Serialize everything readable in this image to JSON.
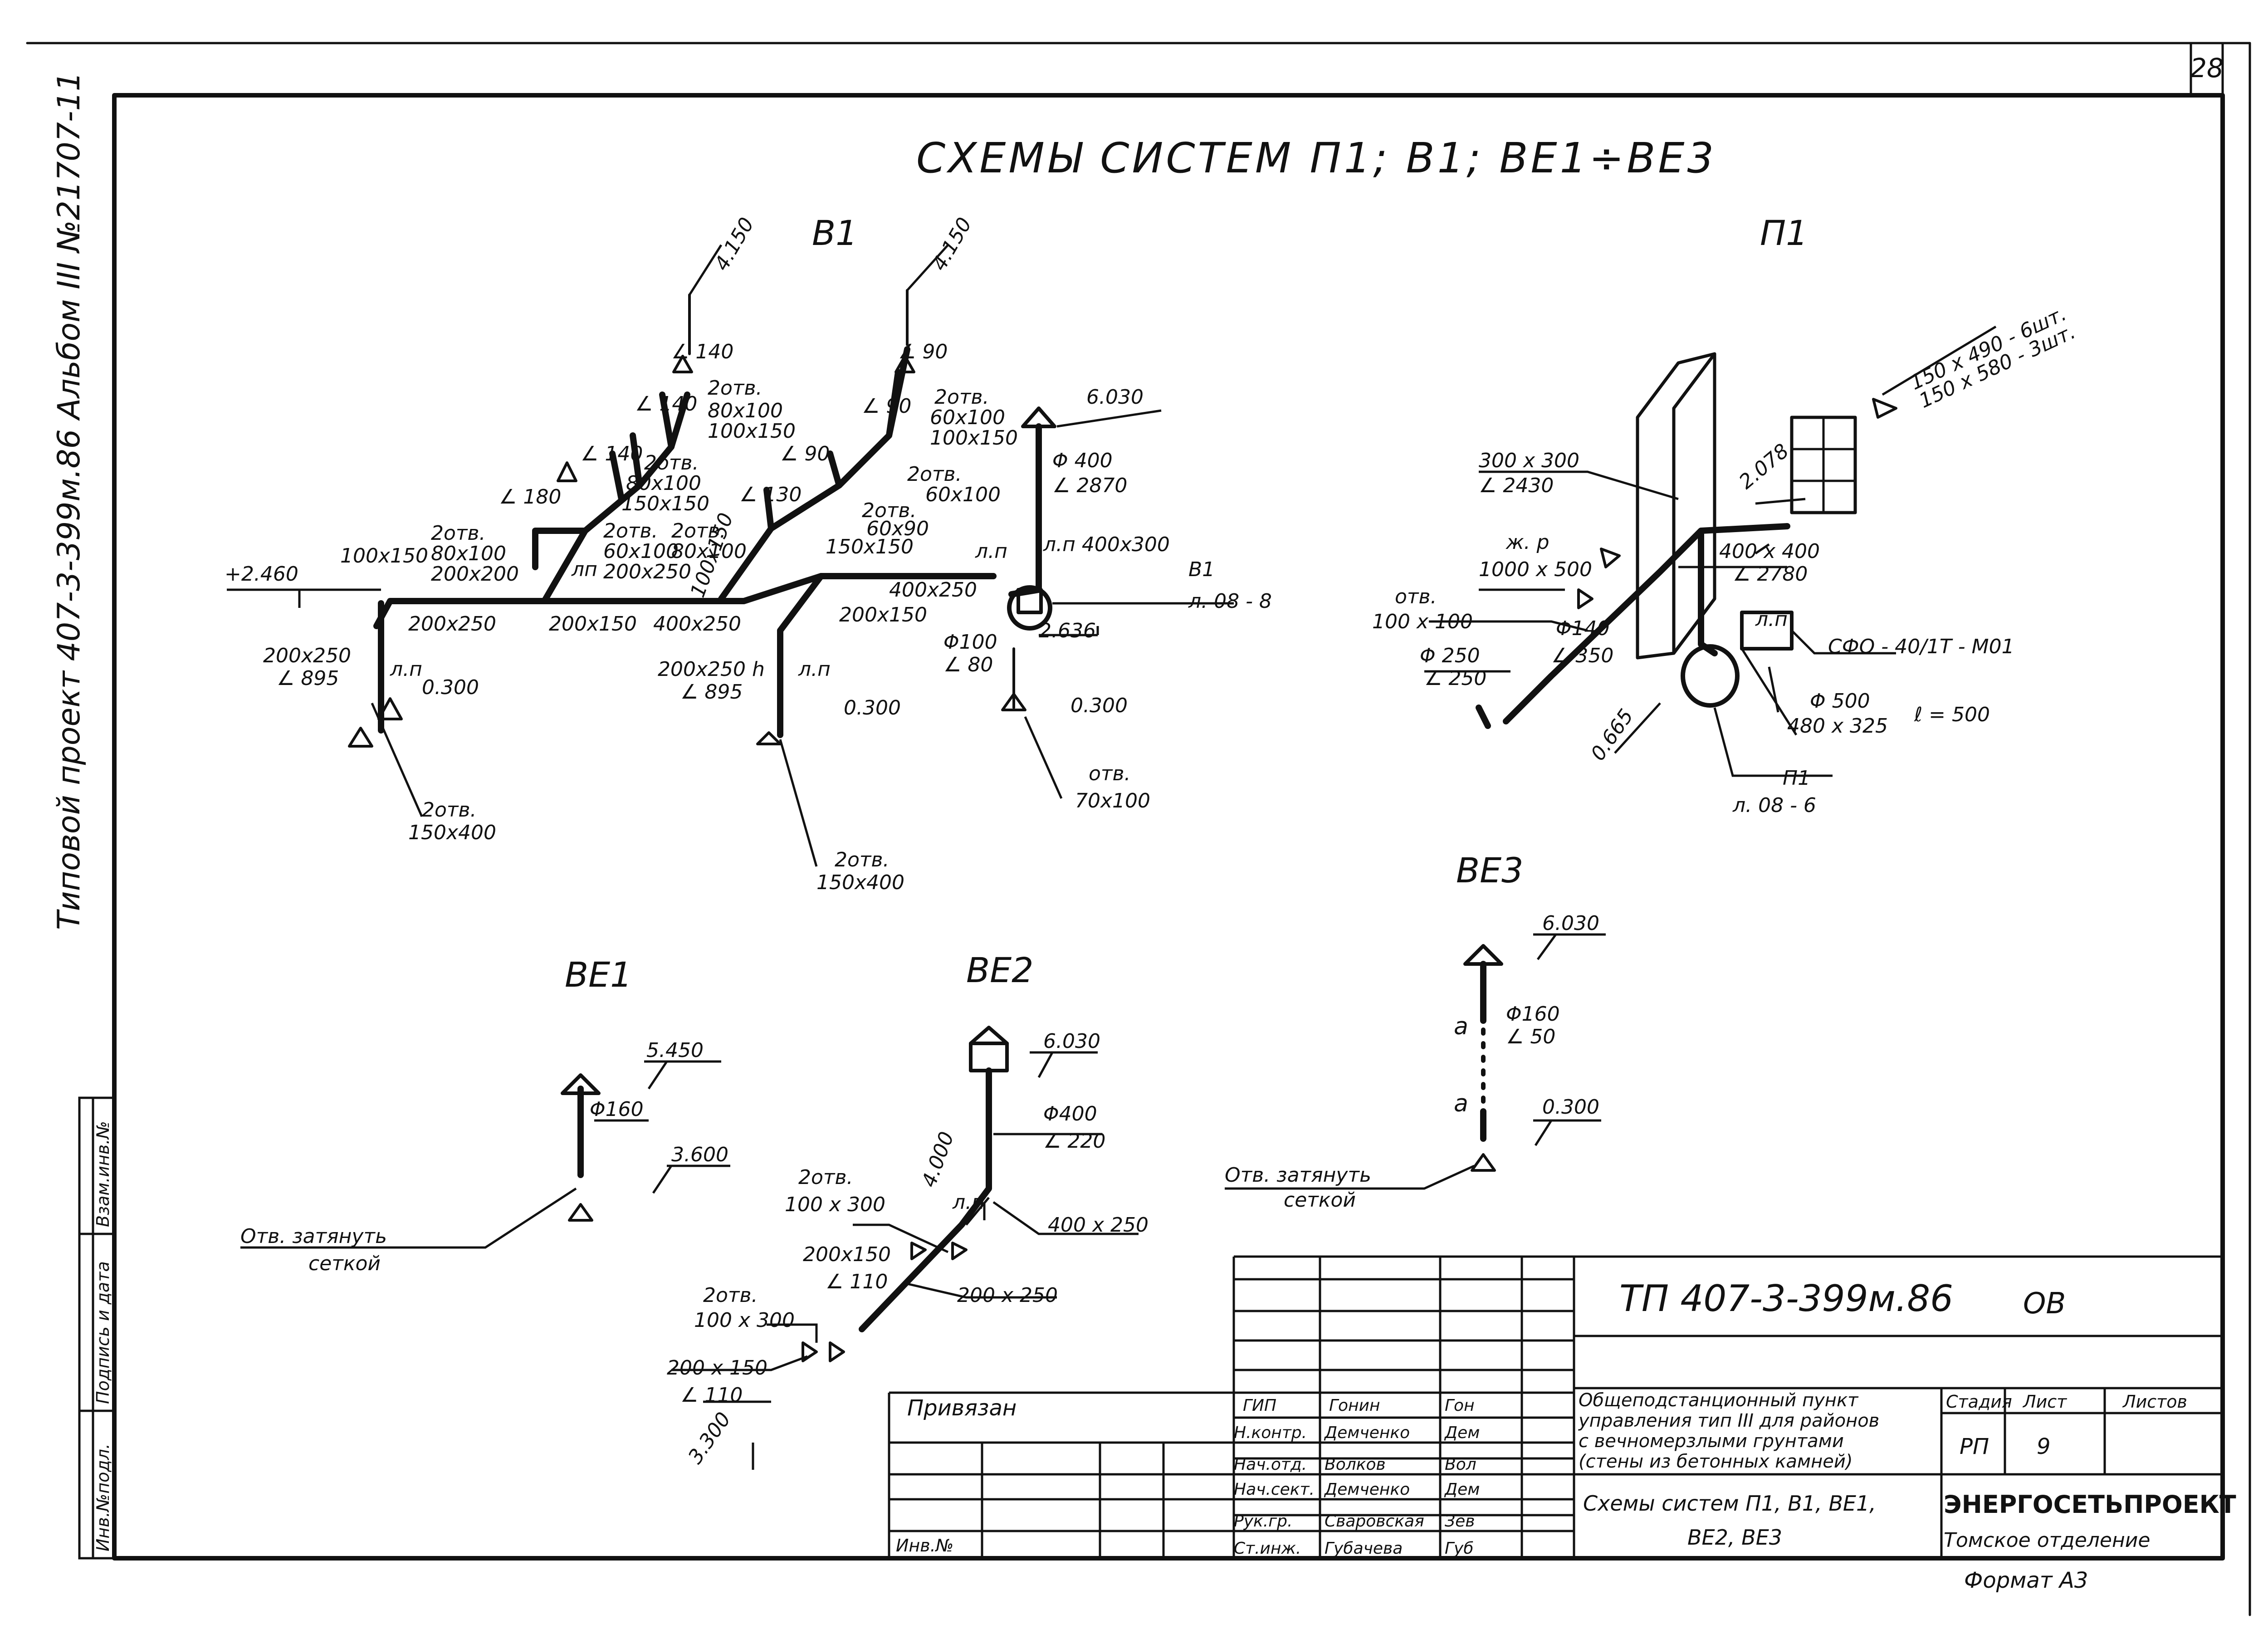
{
  "sheet_number": "28",
  "side_text": "Типовой проект 407-3-399м.86 Альбом III №21707-11",
  "title": "СХЕМЫ СИСТЕМ П1; В1; ВЕ1÷ВЕ3",
  "systems": {
    "b1": {
      "name": "В1",
      "labels": [
        "4.150",
        "∠ 140",
        "2отв.",
        "80x100",
        "100x150",
        "4.150",
        "∠ 90",
        "2отв.",
        "60x100",
        "100x150",
        "∠ 140",
        "∠ 90",
        "∠ 140",
        "2отв.",
        "80x100",
        "150x150",
        "∠ 90",
        "2отв.",
        "60x100",
        "∠ 180",
        "∠ 130",
        "2отв.",
        "60x90",
        "150x150",
        "2отв.",
        "80x100",
        "200x200",
        "100x150",
        "2отв.",
        "60x100",
        "200x250",
        "2отв.",
        "80x100",
        "100x150",
        "+2.460",
        "200x250",
        "200x150",
        "400x250",
        "400x250",
        "200x150",
        "200x250",
        "∠ 895",
        "л.п",
        "0.300",
        "200x250 h",
        "∠ 895",
        "л.п",
        "0.300",
        "2отв.",
        "150x400",
        "2отв.",
        "150x400",
        "6.030",
        "Φ 400",
        "∠ 2870",
        "л.п",
        "л.п 400x300",
        "В1",
        "л. 08 - 8",
        "2.636",
        "Φ100",
        "∠ 80",
        "0.300",
        "отв.",
        "70x100",
        "лп"
      ]
    },
    "p1": {
      "name": "П1",
      "labels": [
        "150 x 490 - 6шт.",
        "150 x 580 - 3шт.",
        "300 x 300",
        "∠ 2430",
        "2.078",
        "ж. р",
        "1000 x 500",
        "400 x 400",
        "∠ 2780",
        "отв.",
        "100 x 100",
        "Φ140",
        "∠ 350",
        "Φ 250",
        "∠ 250",
        "л.п",
        "СФО - 40/1Т - М01",
        "Φ 500",
        "480 x 325",
        "ℓ = 500",
        "0.665",
        "П1",
        "л. 08 - 6"
      ]
    },
    "be1": {
      "name": "ВЕ1",
      "labels": [
        "5.450",
        "Φ160",
        "3.600",
        "Отв. затянуть",
        "сеткой"
      ]
    },
    "be2": {
      "name": "ВЕ2",
      "labels": [
        "6.030",
        "Φ400",
        "∠ 220",
        "4.000",
        "2отв.",
        "100 x 300",
        "л.п",
        "400 x 250",
        "200x150",
        "∠ 110",
        "200 x 250",
        "2отв.",
        "100 x 300",
        "200 x 150",
        "∠ 110",
        "3.300"
      ]
    },
    "be3": {
      "name": "ВЕ3",
      "labels": [
        "6.030",
        "Φ160",
        "∠ 50",
        "a",
        "a",
        "0.300",
        "Отв. затянуть",
        "сеткой"
      ]
    }
  },
  "stamp": {
    "privyazan": "Привязан",
    "inv_no": "Инв.№",
    "doc_code": "ТП 407-3-399м.86",
    "doc_mark": "ОВ",
    "roles": [
      "ГИП",
      "Н.контр.",
      "Нач.отд.",
      "Нач.сект.",
      "Рук.гр.",
      "Ст.инж."
    ],
    "names": [
      "Гонин",
      "Демченко",
      "Волков",
      "Демченко",
      "Сваровская",
      "Губачева"
    ],
    "signatures": [
      "Гон",
      "Дем",
      "Вол",
      "Дем",
      "Зев",
      "Губ"
    ],
    "object_title_1": "Общеподстанционный пункт",
    "object_title_2": "управления тип III для районов",
    "object_title_3": "с вечномерзлыми грунтами",
    "object_title_4": "(стены из бетонных камней)",
    "sheet_title_1": "Схемы систем П1, В1, ВЕ1,",
    "sheet_title_2": "ВЕ2, ВЕ3",
    "stage_header": "Стадия",
    "sheet_header": "Лист",
    "sheets_header": "Листов",
    "stage": "РП",
    "sheet": "9",
    "sheets": "",
    "org": "ЭНЕРГОСЕТЬПРОЕКТ",
    "dept": "Томское отделение"
  },
  "side_stamp": [
    "Взам.инв.№",
    "Подпись и дата",
    "Инв.№подл."
  ],
  "format": "Формат А3"
}
